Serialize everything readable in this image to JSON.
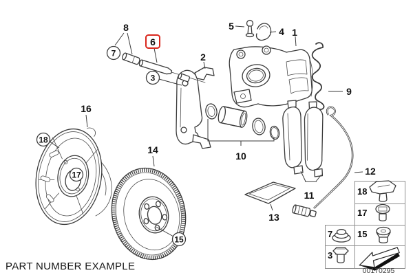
{
  "caption": "PART NUMBER EXAMPLE",
  "diagram_number": "00170295",
  "colors": {
    "highlight": "#d9261c",
    "line": "#3a3a3a",
    "grid": "#8d8d8d"
  },
  "callouts": {
    "caliper": "1",
    "carrier": "2",
    "guide_bolt": "3",
    "clip": "4",
    "bleeder_valve": "5",
    "guide_pin": "6",
    "cap": "7",
    "pin_repair_kit": "8",
    "retaining_spring": "9",
    "seal_repair_kit": "10",
    "brake_pads": "11",
    "wear_sensor": "12",
    "grease_packet": "13",
    "brake_disc": "14",
    "disc_screw": "15",
    "dust_shield": "16",
    "hub_part": "17",
    "shield_bolt": "18"
  },
  "legend": {
    "cells": [
      {
        "label": "18",
        "icon": "hex-screw-icon"
      },
      {
        "label": "17",
        "icon": "round-bolt-icon"
      },
      {
        "label": "7",
        "icon": "cap-plug-icon"
      },
      {
        "label": "15",
        "icon": "countersunk-screw-icon"
      },
      {
        "label": "3",
        "icon": "flange-bolt-icon"
      },
      {
        "label": "",
        "icon": "direction-arrow-icon"
      }
    ]
  }
}
